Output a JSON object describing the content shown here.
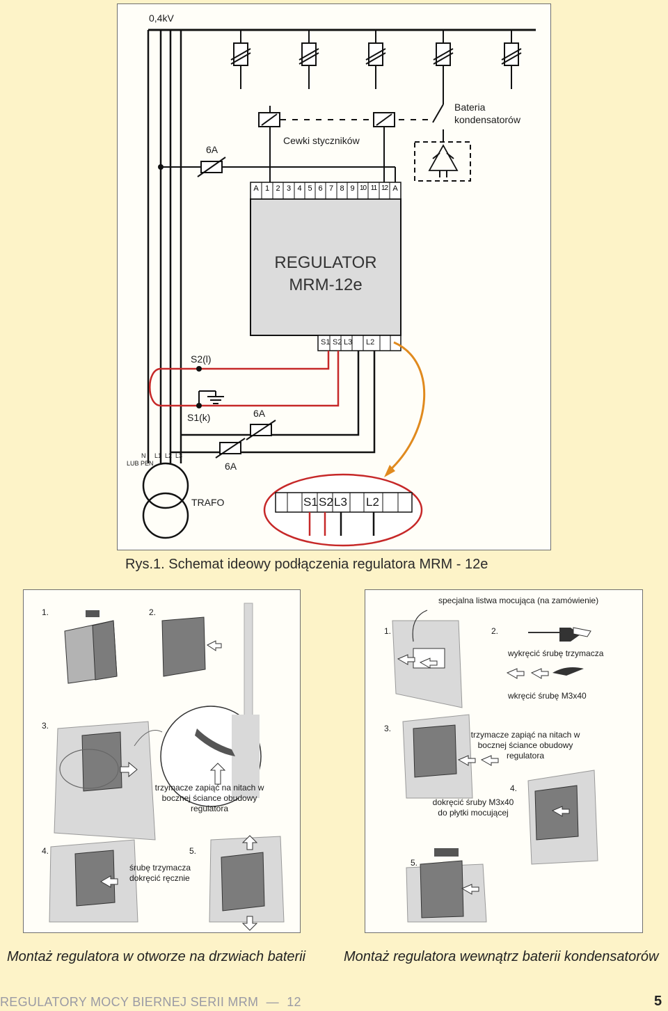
{
  "diagram": {
    "voltage_label": "0,4kV",
    "fuse_6a_top": "6A",
    "contactor_coils_label": "Cewki styczników",
    "battery_label_line1": "Bateria",
    "battery_label_line2": "kondensatorów",
    "terminal_strip": [
      "A",
      "1",
      "2",
      "3",
      "4",
      "5",
      "6",
      "7",
      "8",
      "9",
      "10",
      "11",
      "12",
      "A"
    ],
    "regulator_line1": "REGULATOR",
    "regulator_line2": "MRM-12e",
    "bottom_terminals": [
      "S1",
      "S2",
      "L3",
      "L2"
    ],
    "s2_label": "S2(l)",
    "s1_label": "S1(k)",
    "fuse_6a_mid": "6A",
    "fuse_6a_low": "6A",
    "phases_n": "N",
    "phases_lub_pen": "LUB PEN",
    "phases": [
      "L1",
      "L2",
      "L3"
    ],
    "trafo_label": "TRAFO",
    "zoom_terminals": [
      "S1",
      "S2",
      "L3",
      "L2"
    ],
    "caption": "Rys.1. Schemat ideowy podłączenia regulatora MRM - 12e"
  },
  "door_mounting": {
    "step1": "1.",
    "step2": "2.",
    "step3": "3.",
    "step3_text_line1": "trzymacze zapiąć na nitach w",
    "step3_text_line2": "bocznej ściance obudowy",
    "step3_text_line3": "regulatora",
    "step4": "4.",
    "step5": "5.",
    "step4_text_line1": "śrubę trzymacza",
    "step4_text_line2": "dokręcić ręcznie",
    "title": "Montaż regulatora w otworze na drzwiach baterii"
  },
  "inside_mounting": {
    "rail_label": "specjalna listwa mocująca (na zamówienie)",
    "step1": "1.",
    "step2": "2.",
    "unscrew_label": "wykręcić śrubę trzymacza",
    "screw_in_label": "wkręcić śrubę M3x40",
    "step3": "3.",
    "step3_text_line1": "trzymacze zapiąć na nitach w",
    "step3_text_line2": "bocznej ściance obudowy",
    "step3_text_line3": "regulatora",
    "step4": "4.",
    "step4_text_line1": "dokręcić śruby M3x40",
    "step4_text_line2": "do płytki mocującej",
    "step5": "5.",
    "title": "Montaż regulatora wewnątrz baterii kondensatorów"
  },
  "footer": {
    "series": "REGULATORY MOCY BIERNEJ SERII MRM",
    "dash": "—",
    "number": "12",
    "page": "5"
  },
  "colors": {
    "background": "#fdf3c8",
    "wire_red": "#c62828",
    "arrow_orange": "#e08a1e",
    "footer_text": "#9a9aa4"
  }
}
